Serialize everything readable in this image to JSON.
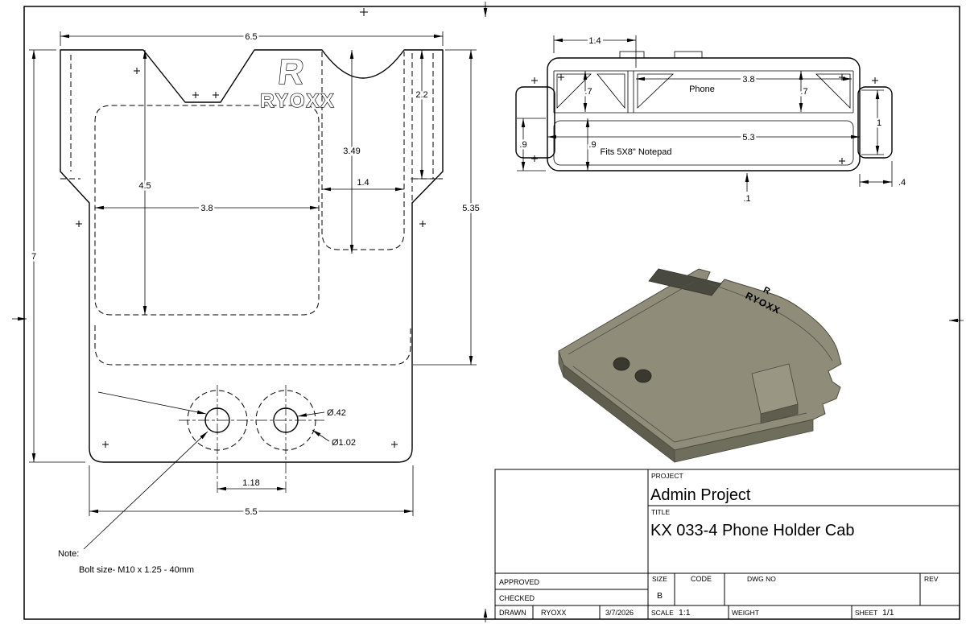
{
  "sheet": {
    "background": "#ffffff",
    "line_color": "#000000"
  },
  "front_view": {
    "logo": {
      "mark": "R",
      "word": "RYOXX"
    },
    "dims": {
      "top_width": "6.5",
      "overall_height": "7",
      "pocket_height": "4.5",
      "pocket_width": "3.8",
      "phone_pocket_depth": "3.49",
      "side_tab_height": "2.2",
      "phone_pocket_width": "1.4",
      "right_height": "5.35",
      "hole_diameter": "Ø.42",
      "counterbore_diameter": "Ø1.02",
      "hole_spacing": "1.18",
      "bottom_width": "5.5"
    },
    "note": {
      "label": "Note:",
      "text": "Bolt size- M10 x 1.25 - 40mm"
    }
  },
  "top_view": {
    "labels": {
      "phone": "Phone",
      "notepad": "Fits 5X8\" Notepad"
    },
    "dims": {
      "left_pocket_width": "1.4",
      "phone_width": "3.8",
      "phone_depth_left": ".7",
      "phone_depth_right": ".7",
      "notepad_width": "5.3",
      "notepad_depth_left": ".9",
      "notepad_depth_mid": ".9",
      "tab_width": "1",
      "wall_thickness": ".1",
      "tab_depth": ".4"
    }
  },
  "iso_view": {
    "logo_mark": "R",
    "logo": "RYOXX",
    "colors": {
      "face": "#8f8c79",
      "side": "#6f6d5c",
      "edge": "#5f5d4e",
      "tab": "#999683",
      "hole": "#3a392f",
      "slot": "#4a4940"
    }
  },
  "title_block": {
    "project": {
      "label": "PROJECT",
      "value": "Admin Project"
    },
    "title": {
      "label": "TITLE",
      "value": "KX 033-4 Phone Holder Cab"
    },
    "approved_label": "APPROVED",
    "checked_label": "CHECKED",
    "drawn": {
      "label": "DRAWN",
      "value": "RYOXX",
      "date": "3/7/2026"
    },
    "size": {
      "label": "SIZE",
      "value": "B"
    },
    "code_label": "CODE",
    "dwg_no_label": "DWG NO",
    "rev_label": "REV",
    "scale": {
      "label": "SCALE",
      "value": "1:1"
    },
    "weight_label": "WEIGHT",
    "sheet_no": {
      "label": "SHEET",
      "value": "1/1"
    }
  }
}
